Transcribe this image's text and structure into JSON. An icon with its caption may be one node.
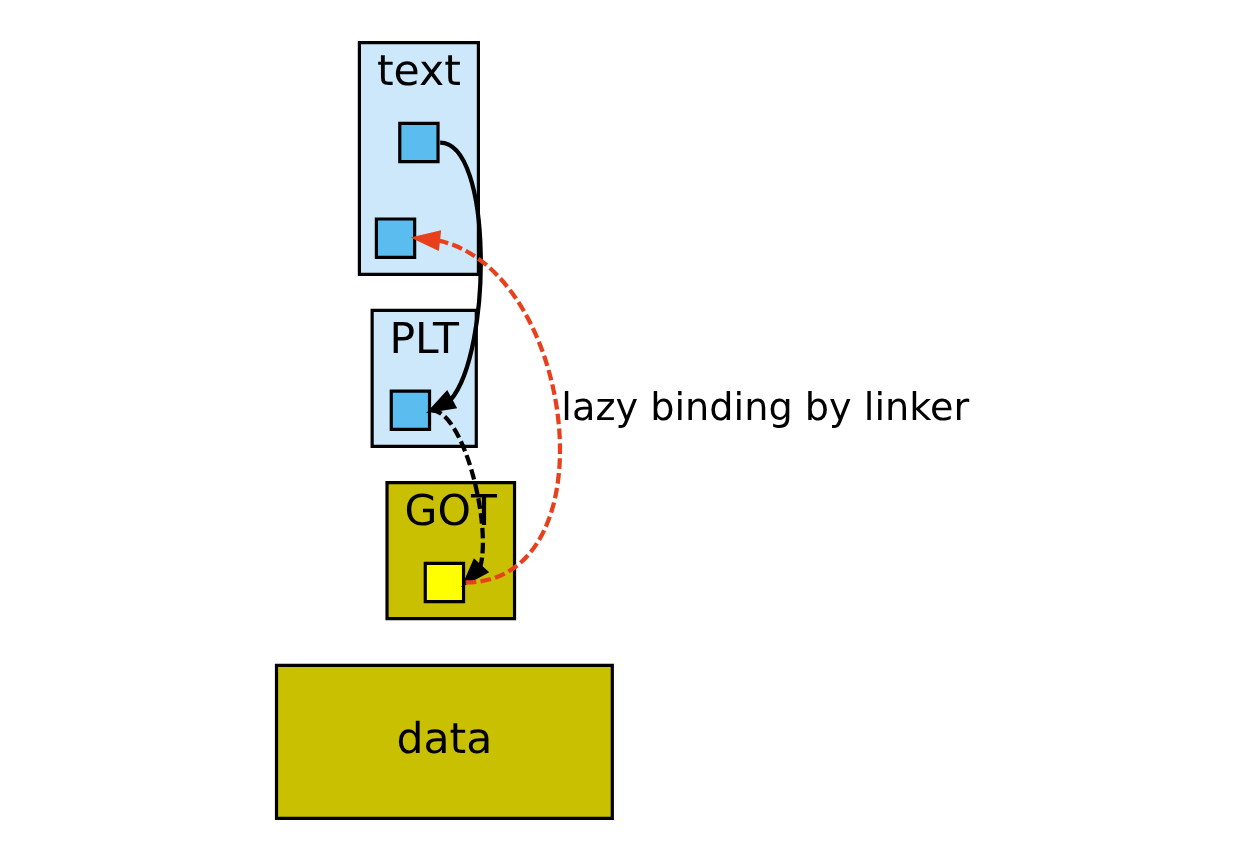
{
  "diagram": {
    "nodes": [
      {
        "text": [
          "text"
        ]
      },
      {
        "text": [],
        "shape": "box",
        "in": 0
      },
      {
        "text": [],
        "shape": "box",
        "in": 0
      },
      {
        "text": [
          "PLT"
        ]
      },
      {
        "text": [],
        "shape": "box",
        "in": 3
      },
      {
        "text": [
          "GOT"
        ]
      },
      {
        "text": [],
        "shape": "box",
        "in": 5
      },
      {
        "text": [
          "data"
        ]
      }
    ],
    "edges": [
      {
        "from": 1,
        "to": 4,
        "arrow": "to"
      },
      {
        "from": 4,
        "to": 6,
        "arrow": "to",
        "style": "dashed"
      },
      {
        "from": 6,
        "to": 2,
        "arrow": "to",
        "style": "dashed",
        "color": "#e8401c",
        "label": "lazy binding by linker"
      }
    ]
  }
}
